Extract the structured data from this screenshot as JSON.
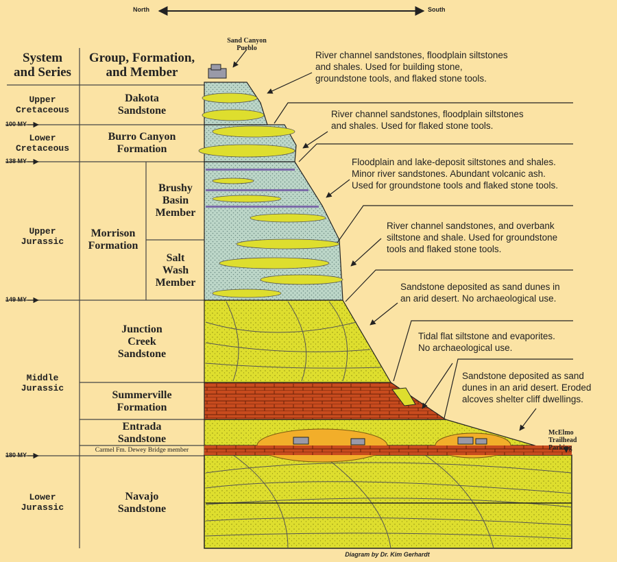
{
  "orientation": {
    "north": "North",
    "south": "South"
  },
  "headers": {
    "system": [
      "System",
      "and Series"
    ],
    "group": [
      "Group, Formation,",
      "and Member"
    ]
  },
  "sites": {
    "top": [
      "Sand Canyon",
      "Pueblo"
    ],
    "bottom": [
      "McElmo",
      "Trailhead",
      "Parking"
    ]
  },
  "series": [
    [
      "Upper",
      "Cretaceous"
    ],
    [
      "Lower",
      "Cretaceous"
    ],
    [
      "Upper",
      "Jurassic"
    ],
    [
      "Middle",
      "Jurassic"
    ],
    [
      "Lower",
      "Jurassic"
    ]
  ],
  "ages": [
    "100 MY",
    "138 MY",
    "149 MY",
    "180 MY"
  ],
  "formations": {
    "dakota": [
      "Dakota",
      "Sandstone"
    ],
    "burro": [
      "Burro Canyon",
      "Formation"
    ],
    "morrison": [
      "Morrison",
      "Formation"
    ],
    "brushy": [
      "Brushy",
      "Basin",
      "Member"
    ],
    "saltwash": [
      "Salt",
      "Wash",
      "Member"
    ],
    "junction": [
      "Junction",
      "Creek",
      "Sandstone"
    ],
    "summerville": [
      "Summerville",
      "Formation"
    ],
    "entrada": [
      "Entrada",
      "Sandstone"
    ],
    "carmel": "Carmel Fm. Dewey Bridge member",
    "navajo": [
      "Navajo",
      "Sandstone"
    ]
  },
  "descriptions": [
    [
      "River channel sandstones, floodplain siltstones",
      "and shales. Used for building stone,",
      "groundstone tools, and flaked stone tools."
    ],
    [
      "River channel sandstones, floodplain siltstones",
      "and shales. Used for flaked stone tools."
    ],
    [
      "Floodplain and lake-deposit siltstones and shales.",
      "Minor river sandstones. Abundant volcanic ash.",
      "Used for groundstone tools and flaked stone tools."
    ],
    [
      "River channel sandstones, and overbank",
      "siltstone and shale. Used for groundstone",
      "tools and flaked stone tools."
    ],
    [
      "Sandstone deposited as sand dunes in",
      "an arid desert. No archaeological use."
    ],
    [
      "Tidal flat siltstone and evaporites.",
      "No archaeological use."
    ],
    [
      "Sandstone deposited as sand",
      "dunes in an arid desert. Eroded",
      "alcoves shelter cliff dwellings."
    ]
  ],
  "credit": "Diagram by Dr. Kim Gerhardt",
  "colors": {
    "background": "#fbe3a4",
    "sandstone": "#dede2e",
    "shale": "#b8d4c8",
    "summerville": "#c8481c",
    "line": "#222222"
  }
}
